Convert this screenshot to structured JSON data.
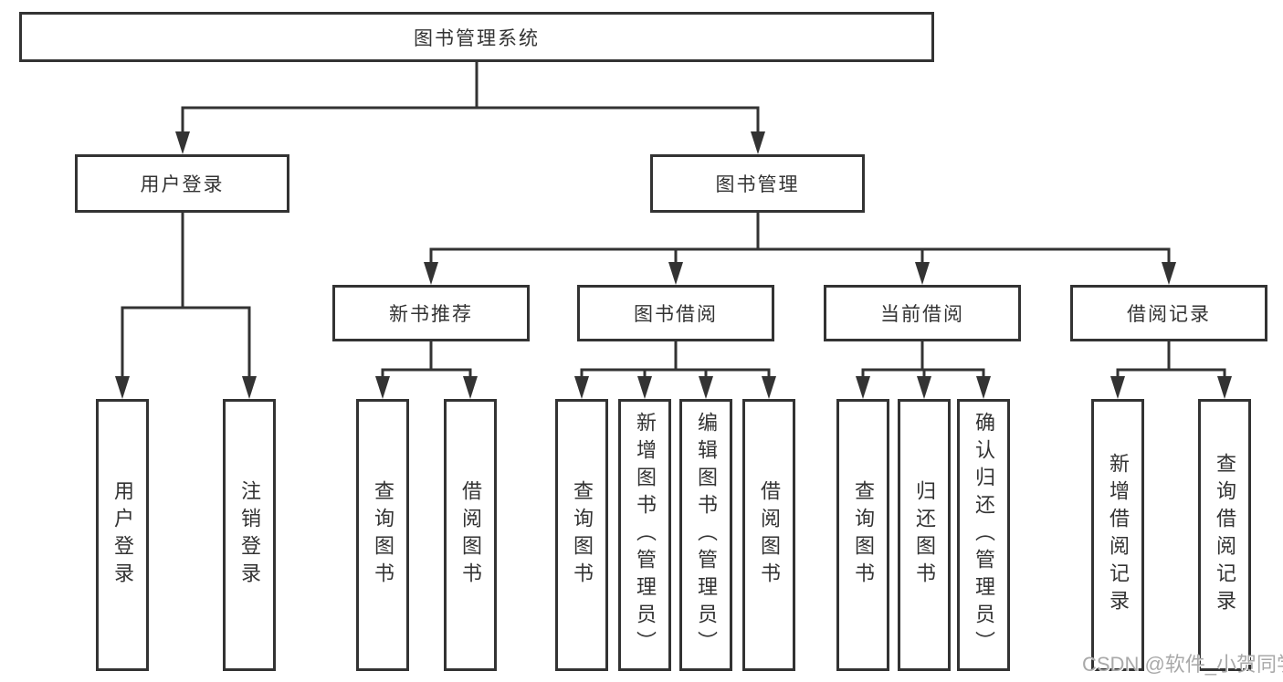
{
  "diagram": {
    "title": "图书管理系统",
    "nodes": {
      "root": "图书管理系统",
      "userLogin": "用户登录",
      "bookMgmt": "图书管理",
      "newBookRec": "新书推荐",
      "bookBorrow": "图书借阅",
      "currentBorrow": "当前借阅",
      "borrowRecord": "借阅记录",
      "leafUserLogin": "用户登录",
      "leafLogout": "注销登录",
      "leafQueryBookA": "查询图书",
      "leafBorrowBookA": "借阅图书",
      "leafQueryBookB": "查询图书",
      "leafAddBook": "新增图书（管理员）",
      "leafEditBook": "编辑图书（管理员）",
      "leafBorrowBookB": "借阅图书",
      "leafQueryBookC": "查询图书",
      "leafReturnBook": "归还图书",
      "leafConfirmReturn": "确认归还（管理员）",
      "leafAddRecord": "新增借阅记录",
      "leafQueryRecord": "查询借阅记录"
    }
  },
  "watermark": {
    "text": "CSDN @软件_小贺同学"
  },
  "colors": {
    "line": "#333333",
    "box_border": "#333333",
    "text": "#333333",
    "watermark_text": "#a9a9a9",
    "background": "#ffffff"
  }
}
